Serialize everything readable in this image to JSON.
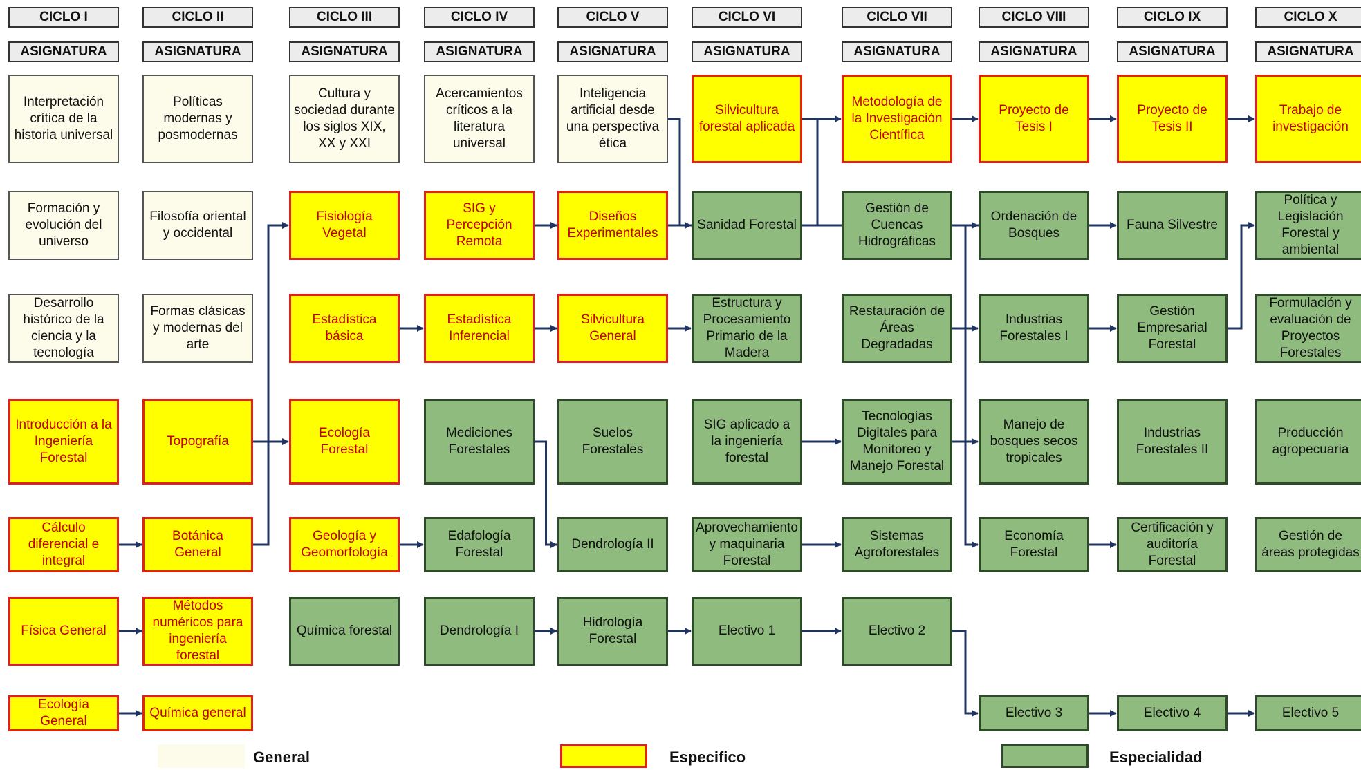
{
  "cycles": [
    "CICLO I",
    "CICLO II",
    "CICLO III",
    "CICLO IV",
    "CICLO V",
    "CICLO VI",
    "CICLO VII",
    "CICLO VIII",
    "CICLO IX",
    "CICLO X"
  ],
  "subject_header": "ASIGNATURA",
  "courses": [
    {
      "id": "c1r1",
      "cycle": "CICLO I",
      "category": "General",
      "label": "Interpretación crítica de la historia universal"
    },
    {
      "id": "c1r2",
      "cycle": "CICLO I",
      "category": "General",
      "label": "Formación y evolución del universo"
    },
    {
      "id": "c1r3",
      "cycle": "CICLO I",
      "category": "General",
      "label": "Desarrollo histórico de la ciencia y la tecnología"
    },
    {
      "id": "c1r4",
      "cycle": "CICLO I",
      "category": "Especifico",
      "label": "Introducción a la Ingeniería Forestal"
    },
    {
      "id": "c1r5",
      "cycle": "CICLO I",
      "category": "Especifico",
      "label": "Cálculo diferencial e integral"
    },
    {
      "id": "c1r6",
      "cycle": "CICLO I",
      "category": "Especifico",
      "label": "Física General"
    },
    {
      "id": "c1r7",
      "cycle": "CICLO I",
      "category": "Especifico",
      "label": "Ecología General"
    },
    {
      "id": "c2r1",
      "cycle": "CICLO II",
      "category": "General",
      "label": "Políticas modernas y posmodernas"
    },
    {
      "id": "c2r2",
      "cycle": "CICLO II",
      "category": "General",
      "label": "Filosofía oriental y occidental"
    },
    {
      "id": "c2r3",
      "cycle": "CICLO II",
      "category": "General",
      "label": "Formas clásicas y modernas del arte"
    },
    {
      "id": "c2r4",
      "cycle": "CICLO II",
      "category": "Especifico",
      "label": "Topografía"
    },
    {
      "id": "c2r5",
      "cycle": "CICLO II",
      "category": "Especifico",
      "label": "Botánica General"
    },
    {
      "id": "c2r6",
      "cycle": "CICLO II",
      "category": "Especifico",
      "label": "Métodos numéricos para ingeniería forestal"
    },
    {
      "id": "c2r7",
      "cycle": "CICLO II",
      "category": "Especifico",
      "label": "Química general"
    },
    {
      "id": "c3r1",
      "cycle": "CICLO III",
      "category": "General",
      "label": "Cultura y sociedad durante los siglos XIX, XX y XXI"
    },
    {
      "id": "c3r2",
      "cycle": "CICLO III",
      "category": "Especifico",
      "label": "Fisiología Vegetal"
    },
    {
      "id": "c3r3",
      "cycle": "CICLO III",
      "category": "Especifico",
      "label": "Estadística básica"
    },
    {
      "id": "c3r4",
      "cycle": "CICLO III",
      "category": "Especifico",
      "label": "Ecología Forestal"
    },
    {
      "id": "c3r5",
      "cycle": "CICLO III",
      "category": "Especifico",
      "label": "Geología y Geomorfología"
    },
    {
      "id": "c3r6",
      "cycle": "CICLO III",
      "category": "Especialidad",
      "label": "Química forestal"
    },
    {
      "id": "c4r1",
      "cycle": "CICLO IV",
      "category": "General",
      "label": "Acercamientos críticos a la literatura universal"
    },
    {
      "id": "c4r2",
      "cycle": "CICLO IV",
      "category": "Especifico",
      "label": "SIG y Percepción Remota"
    },
    {
      "id": "c4r3",
      "cycle": "CICLO IV",
      "category": "Especifico",
      "label": "Estadística Inferencial"
    },
    {
      "id": "c4r4",
      "cycle": "CICLO IV",
      "category": "Especialidad",
      "label": "Mediciones Forestales"
    },
    {
      "id": "c4r5",
      "cycle": "CICLO IV",
      "category": "Especialidad",
      "label": "Edafología Forestal"
    },
    {
      "id": "c4r6",
      "cycle": "CICLO IV",
      "category": "Especialidad",
      "label": "Dendrología I"
    },
    {
      "id": "c5r1",
      "cycle": "CICLO V",
      "category": "General",
      "label": "Inteligencia artificial desde una perspectiva ética"
    },
    {
      "id": "c5r2",
      "cycle": "CICLO V",
      "category": "Especifico",
      "label": "Diseños Experimentales"
    },
    {
      "id": "c5r3",
      "cycle": "CICLO V",
      "category": "Especifico",
      "label": "Silvicultura General"
    },
    {
      "id": "c5r4",
      "cycle": "CICLO V",
      "category": "Especialidad",
      "label": "Suelos Forestales"
    },
    {
      "id": "c5r5",
      "cycle": "CICLO V",
      "category": "Especialidad",
      "label": "Dendrología II"
    },
    {
      "id": "c5r6",
      "cycle": "CICLO V",
      "category": "Especialidad",
      "label": "Hidrología Forestal"
    },
    {
      "id": "c6r1",
      "cycle": "CICLO VI",
      "category": "Especifico",
      "label": "Silvicultura forestal aplicada"
    },
    {
      "id": "c6r2",
      "cycle": "CICLO VI",
      "category": "Especialidad",
      "label": "Sanidad Forestal"
    },
    {
      "id": "c6r3",
      "cycle": "CICLO VI",
      "category": "Especialidad",
      "label": "Estructura y Procesamiento Primario de la Madera"
    },
    {
      "id": "c6r4",
      "cycle": "CICLO VI",
      "category": "Especialidad",
      "label": "SIG aplicado a la ingeniería forestal"
    },
    {
      "id": "c6r5",
      "cycle": "CICLO VI",
      "category": "Especialidad",
      "label": "Aprovechamiento y maquinaria Forestal"
    },
    {
      "id": "c6r6",
      "cycle": "CICLO VI",
      "category": "Especialidad",
      "label": "Electivo 1"
    },
    {
      "id": "c7r1",
      "cycle": "CICLO VII",
      "category": "Especifico",
      "label": "Metodología de la Investigación Científica"
    },
    {
      "id": "c7r2",
      "cycle": "CICLO VII",
      "category": "Especialidad",
      "label": "Gestión de Cuencas Hidrográficas"
    },
    {
      "id": "c7r3",
      "cycle": "CICLO VII",
      "category": "Especialidad",
      "label": "Restauración de Áreas Degradadas"
    },
    {
      "id": "c7r4",
      "cycle": "CICLO VII",
      "category": "Especialidad",
      "label": "Tecnologías Digitales para Monitoreo y Manejo Forestal"
    },
    {
      "id": "c7r5",
      "cycle": "CICLO VII",
      "category": "Especialidad",
      "label": "Sistemas Agroforestales"
    },
    {
      "id": "c7r6",
      "cycle": "CICLO VII",
      "category": "Especialidad",
      "label": "Electivo 2"
    },
    {
      "id": "c8r1",
      "cycle": "CICLO VIII",
      "category": "Especifico",
      "label": "Proyecto de Tesis I"
    },
    {
      "id": "c8r2",
      "cycle": "CICLO VIII",
      "category": "Especialidad",
      "label": "Ordenación de Bosques"
    },
    {
      "id": "c8r3",
      "cycle": "CICLO VIII",
      "category": "Especialidad",
      "label": "Industrias Forestales I"
    },
    {
      "id": "c8r4",
      "cycle": "CICLO VIII",
      "category": "Especialidad",
      "label": "Manejo de bosques secos tropicales"
    },
    {
      "id": "c8r5",
      "cycle": "CICLO VIII",
      "category": "Especialidad",
      "label": "Economía Forestal"
    },
    {
      "id": "c8r6",
      "cycle": "CICLO VIII",
      "category": "Especialidad",
      "label": "Electivo 3"
    },
    {
      "id": "c9r1",
      "cycle": "CICLO IX",
      "category": "Especifico",
      "label": "Proyecto de Tesis II"
    },
    {
      "id": "c9r2",
      "cycle": "CICLO IX",
      "category": "Especialidad",
      "label": "Fauna Silvestre"
    },
    {
      "id": "c9r3",
      "cycle": "CICLO IX",
      "category": "Especialidad",
      "label": "Gestión Empresarial Forestal"
    },
    {
      "id": "c9r4",
      "cycle": "CICLO IX",
      "category": "Especialidad",
      "label": "Industrias Forestales II"
    },
    {
      "id": "c9r5",
      "cycle": "CICLO IX",
      "category": "Especialidad",
      "label": "Certificación y auditoría Forestal"
    },
    {
      "id": "c9r6",
      "cycle": "CICLO IX",
      "category": "Especialidad",
      "label": "Electivo 4"
    },
    {
      "id": "c10r1",
      "cycle": "CICLO X",
      "category": "Especifico",
      "label": "Trabajo de investigación"
    },
    {
      "id": "c10r2",
      "cycle": "CICLO X",
      "category": "Especialidad",
      "label": "Política y Legislación Forestal y ambiental"
    },
    {
      "id": "c10r3",
      "cycle": "CICLO X",
      "category": "Especialidad",
      "label": "Formulación y evaluación de Proyectos Forestales"
    },
    {
      "id": "c10r4",
      "cycle": "CICLO X",
      "category": "Especialidad",
      "label": "Producción agropecuaria"
    },
    {
      "id": "c10r5",
      "cycle": "CICLO X",
      "category": "Especialidad",
      "label": "Gestión de áreas protegidas"
    },
    {
      "id": "c10r6",
      "cycle": "CICLO X",
      "category": "Especialidad",
      "label": "Electivo 5"
    }
  ],
  "prerequisites": [
    [
      "c6r1",
      "c7r1"
    ],
    [
      "c7r1",
      "c8r1"
    ],
    [
      "c8r1",
      "c9r1"
    ],
    [
      "c9r1",
      "c10r1"
    ],
    [
      "c3r3",
      "c4r3"
    ],
    [
      "c4r3",
      "c5r3"
    ],
    [
      "c4r2",
      "c5r2"
    ],
    [
      "c5r3",
      "c6r3"
    ],
    [
      "c7r4",
      "c8r4"
    ],
    [
      "c6r4",
      "c7r4"
    ],
    [
      "c1r5",
      "c2r5"
    ],
    [
      "c3r5",
      "c4r5"
    ],
    [
      "c4r6",
      "c5r6"
    ],
    [
      "c6r6",
      "c7r6"
    ],
    [
      "c7r6",
      "c8r6"
    ],
    [
      "c8r6",
      "c9r6"
    ],
    [
      "c9r6",
      "c10r6"
    ],
    [
      "c2r4",
      "c3r4"
    ],
    [
      "c5r6",
      "c6r6"
    ],
    [
      "c1r6",
      "c2r6"
    ],
    [
      "c1r7",
      "c2r7"
    ],
    [
      "c9r3",
      "c10r2"
    ],
    [
      "c8r3",
      "c9r3"
    ],
    [
      "c6r1",
      "c8r2"
    ],
    [
      "c6r5",
      "c7r5"
    ],
    [
      "c8r5",
      "c9r5"
    ],
    [
      "c5r2",
      "c9r2"
    ],
    [
      "c2r5",
      "c3r2"
    ],
    [
      "c4r4",
      "c5r5"
    ],
    [
      "c7r2",
      "c8r5"
    ],
    [
      "c5r1",
      "c6r2"
    ],
    [
      "c7r3",
      "c8r3"
    ]
  ],
  "legend": [
    {
      "category": "General",
      "label": "General"
    },
    {
      "category": "Especifico",
      "label": "Especifico"
    },
    {
      "category": "Especialidad",
      "label": "Especialidad"
    }
  ],
  "colors": {
    "general_fill": "#fdfbea",
    "especifico_fill": "#ffff00",
    "especifico_border": "#e0201a",
    "especialidad_fill": "#8fbc7e",
    "especialidad_border": "#2f4a2a",
    "arrow": "#1f3461"
  }
}
